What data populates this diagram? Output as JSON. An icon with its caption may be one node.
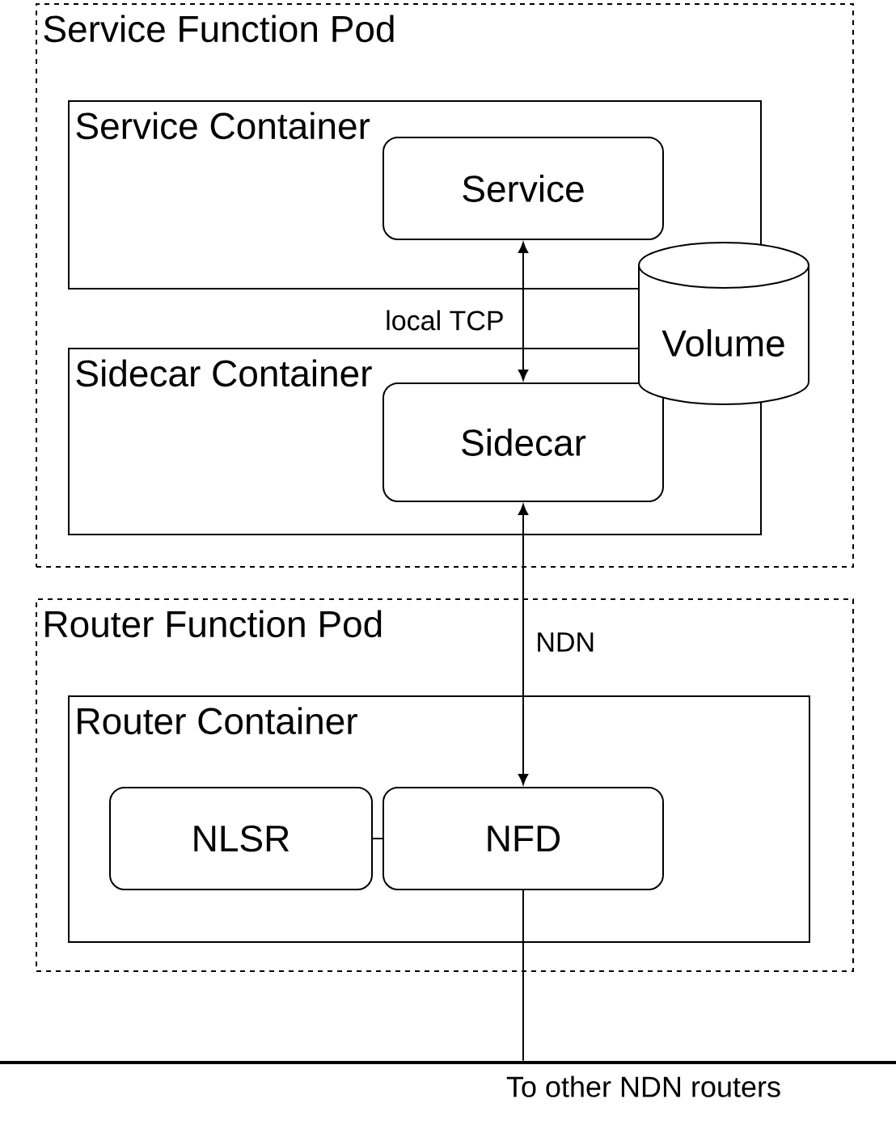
{
  "diagram": {
    "nodes": [
      {
        "text": [
          "Service Function Pod"
        ]
      },
      {
        "text": [
          "Service Container"
        ],
        "in": 0
      },
      {
        "text": [
          "Service"
        ],
        "in": 1
      },
      {
        "text": [
          "Sidecar Container"
        ],
        "in": 0
      },
      {
        "text": [
          "Sidecar"
        ],
        "in": 3
      },
      {
        "text": [
          "Volume"
        ],
        "in": 0
      },
      {
        "text": [
          "Router Function Pod"
        ]
      },
      {
        "text": [
          "Router Container"
        ],
        "in": 6
      },
      {
        "text": [
          "NLSR"
        ],
        "in": 7
      },
      {
        "text": [
          "NFD"
        ],
        "in": 7
      },
      {
        "text": [],
        "shape": "bar",
        "beside": [
          "To other NDN routers"
        ]
      }
    ],
    "edges": [
      {
        "from": 2,
        "to": 4,
        "arrow": "both",
        "label": "local TCP"
      },
      {
        "from": 4,
        "to": 9,
        "arrow": "both",
        "label": "NDN"
      },
      {
        "from": 8,
        "to": 9,
        "arrow": "none"
      },
      {
        "from": 9,
        "to": 10,
        "arrow": "none"
      }
    ]
  }
}
